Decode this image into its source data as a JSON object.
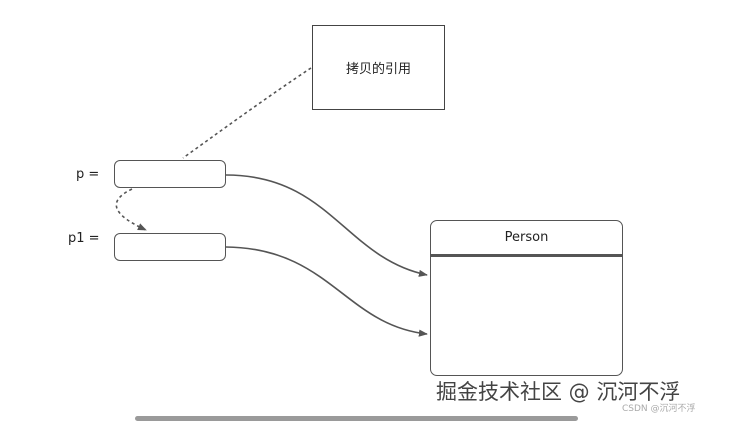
{
  "diagram": {
    "variables": {
      "p_label": "p =",
      "p1_label": "p1 ="
    },
    "copy_note": "拷贝的引用",
    "object": {
      "class_name": "Person"
    },
    "colors": {
      "stroke": "#555555",
      "text": "#222222"
    }
  },
  "watermark": {
    "main": "掘金技术社区 @ 沉河不浮",
    "sub": "CSDN @沉河不浮"
  }
}
